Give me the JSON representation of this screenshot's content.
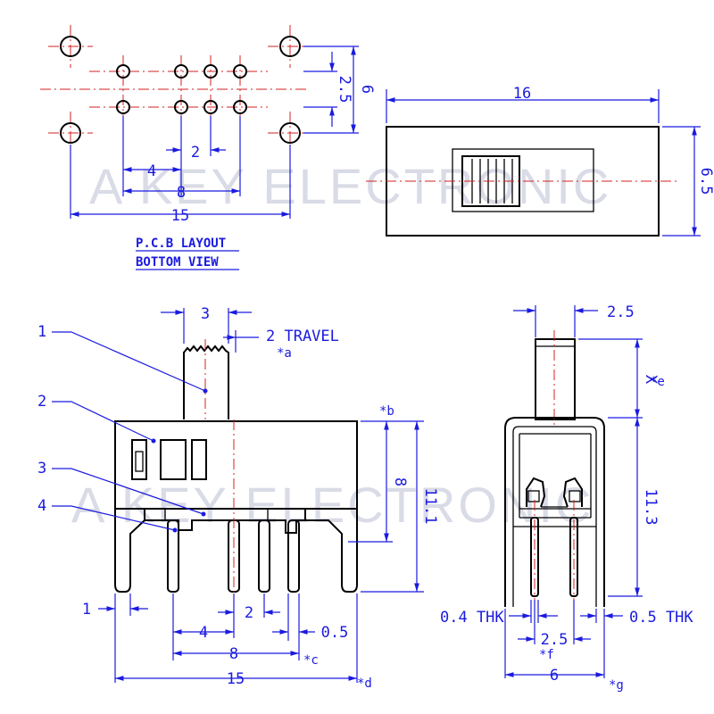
{
  "watermark": "A KEY ELECTRONIC",
  "pcb_layout": {
    "title_line1": "P.C.B LAYOUT",
    "title_line2": "BOTTOM VIEW",
    "dims": {
      "pitch_2": "2",
      "span_4": "4",
      "span_8": "8",
      "span_15": "15",
      "row_2_5": "2.5",
      "row_6": "6"
    }
  },
  "top_view": {
    "dims": {
      "length_16": "16",
      "width_6_5": "6.5"
    }
  },
  "front_view": {
    "callouts": [
      "1",
      "2",
      "3",
      "4"
    ],
    "dims": {
      "actuator_3": "3",
      "travel": "2 TRAVEL",
      "note_a": "*a",
      "note_b": "*b",
      "note_c": "*c",
      "note_d": "*d",
      "height_8": "8",
      "height_11_1": "11.1",
      "pin_1": "1",
      "pitch_2": "2",
      "span_4": "4",
      "span_8": "8",
      "thk_0_5": "0.5",
      "span_15": "15"
    }
  },
  "side_view": {
    "dims": {
      "actuator_2_5": "2.5",
      "x": "X",
      "note_e": "*e",
      "height_11_3": "11.3",
      "thk_0_4": "0.4 THK",
      "thk_0_5": "0.5 THK",
      "pitch_2_5": "2.5",
      "note_f": "*f",
      "width_6": "6",
      "note_g": "*g"
    }
  }
}
